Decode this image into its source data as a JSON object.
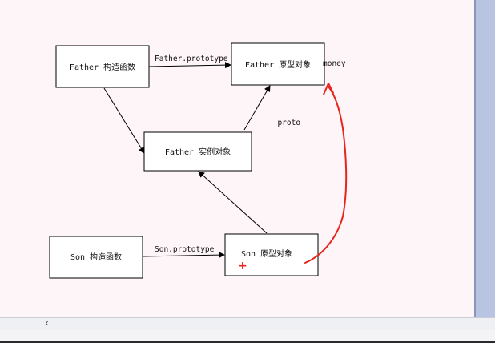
{
  "diagram": {
    "nodes": {
      "father_ctor": "Father 构造函数",
      "father_proto": "Father 原型对象",
      "father_instance": "Father 实例对象",
      "son_ctor": "Son 构造函数",
      "son_proto": "Son 原型对象"
    },
    "edges": {
      "father_prototype": "Father.prototype",
      "proto": "__proto__",
      "son_prototype": "Son.prototype"
    },
    "annotations": {
      "money": "money",
      "plus": "+"
    },
    "colors": {
      "box_border": "#000000",
      "arrow": "#000000",
      "red_annotation": "#e8251c"
    }
  },
  "scrollbar": {
    "left_arrow": "‹"
  }
}
